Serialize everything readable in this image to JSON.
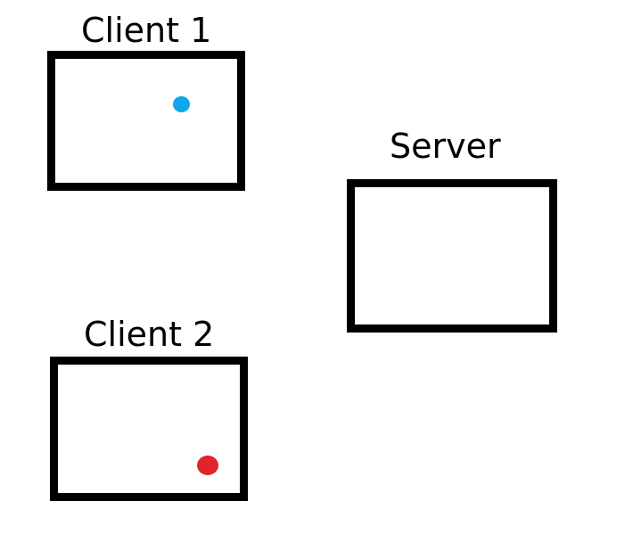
{
  "nodes": {
    "client1": {
      "label": "Client 1",
      "dot_color": "#0ea5e9"
    },
    "server": {
      "label": "Server"
    },
    "client2": {
      "label": "Client 2",
      "dot_color": "#e0242b"
    }
  },
  "colors": {
    "frame": "#000000",
    "background": "#ffffff"
  }
}
